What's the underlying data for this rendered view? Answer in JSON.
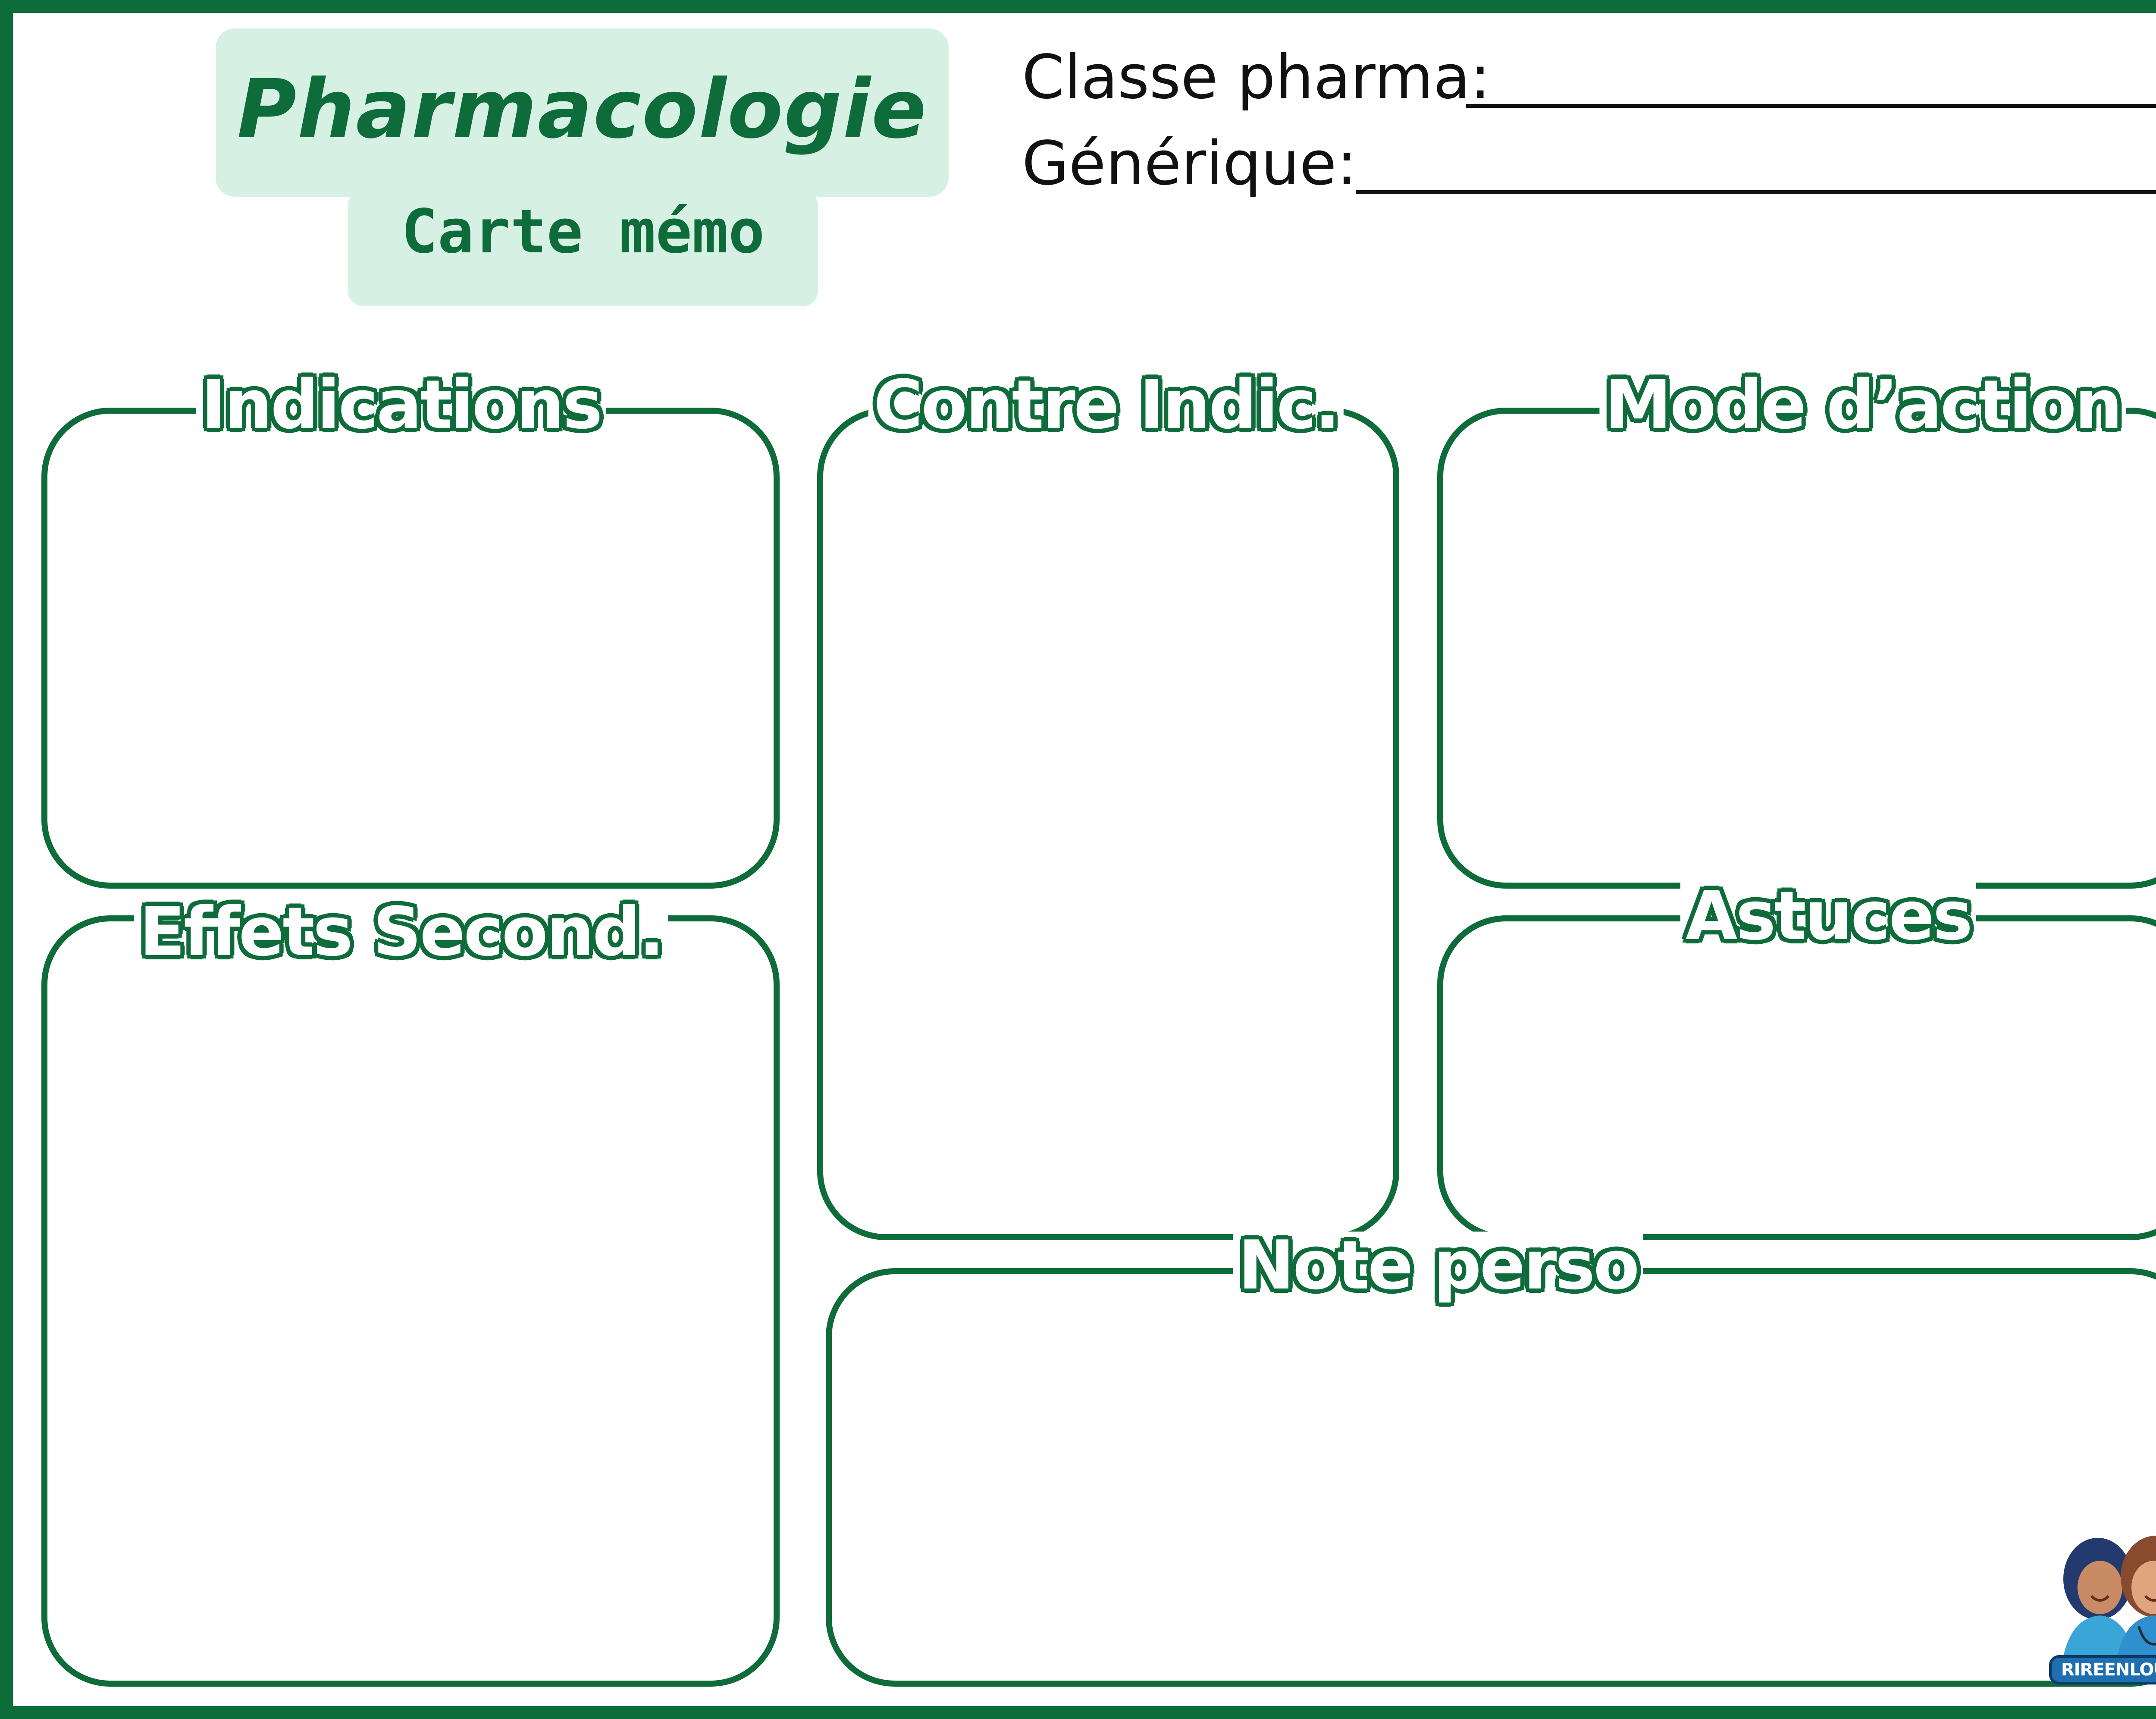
{
  "header": {
    "title": "Pharmacologie",
    "subtitle": "Carte mémo",
    "fields": {
      "classe_label": "Classe pharma:",
      "generique_label": "Générique:"
    }
  },
  "sections": {
    "indications": "Indications",
    "contre_indic": "Contre Indic.",
    "mode_action": "Mode d’action",
    "effets_second": "Effets Second.",
    "astuces": "Astuces",
    "note_perso": "Note perso"
  },
  "logo": {
    "text": "RIREENLOUSE"
  },
  "colors": {
    "accent": "#0e6b3a",
    "plaque": "#d6f1e3"
  }
}
